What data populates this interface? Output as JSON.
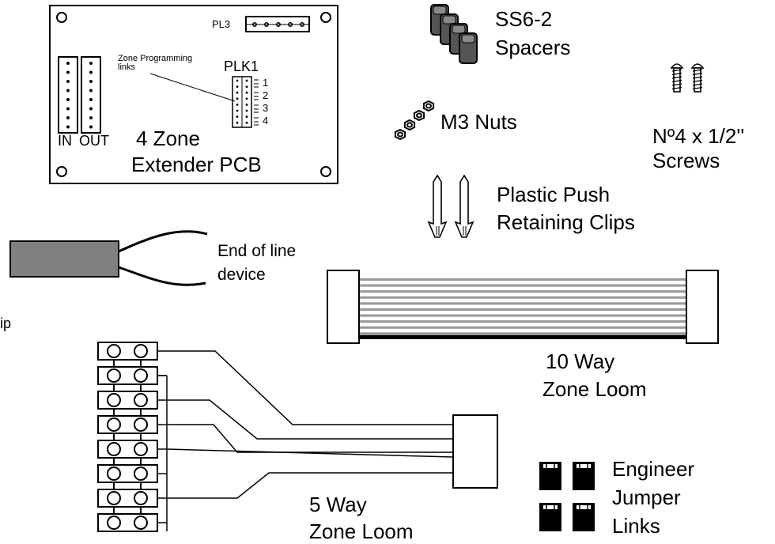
{
  "pcb": {
    "pl3": "PL3",
    "plk1": "PLK1",
    "zone_links": [
      "Zone Programming",
      "links"
    ],
    "link_numbers": [
      "1",
      "2",
      "3",
      "4"
    ],
    "in": "IN",
    "out": "OUT",
    "title": [
      "4 Zone",
      "Extender PCB"
    ]
  },
  "spacers": [
    "SS6-2",
    "Spacers"
  ],
  "nuts": "M3 Nuts",
  "screws": [
    "Nº4 x 1/2''",
    "Screws"
  ],
  "clips": [
    "Plastic Push",
    "Retaining Clips"
  ],
  "eol": [
    "End of line",
    "device"
  ],
  "clipped_text": "ip",
  "loom10": [
    "10 Way",
    "Zone Loom"
  ],
  "loom5": [
    "5 Way",
    "Zone Loom"
  ],
  "jumpers": [
    "Engineer",
    "Jumper",
    "Links"
  ]
}
